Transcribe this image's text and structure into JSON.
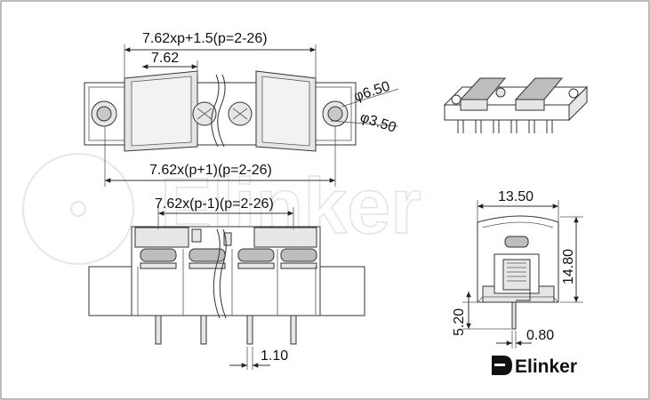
{
  "watermark": {
    "text": "Elinker"
  },
  "dimensions": {
    "top_overall": "7.62xp+1.5(p=2-26)",
    "pitch": "7.62",
    "hole_outer": "φ6.50",
    "hole_inner": "φ3.50",
    "top_mount": "7.62x(p+1)(p=2-26)",
    "front_span": "7.62x(p-1)(p=2-26)",
    "pin_width": "1.10",
    "side_width": "13.50",
    "side_height": "14.80",
    "pin_length": "5.20",
    "pin_thickness": "0.80"
  },
  "logo": {
    "text": "Elinker"
  }
}
